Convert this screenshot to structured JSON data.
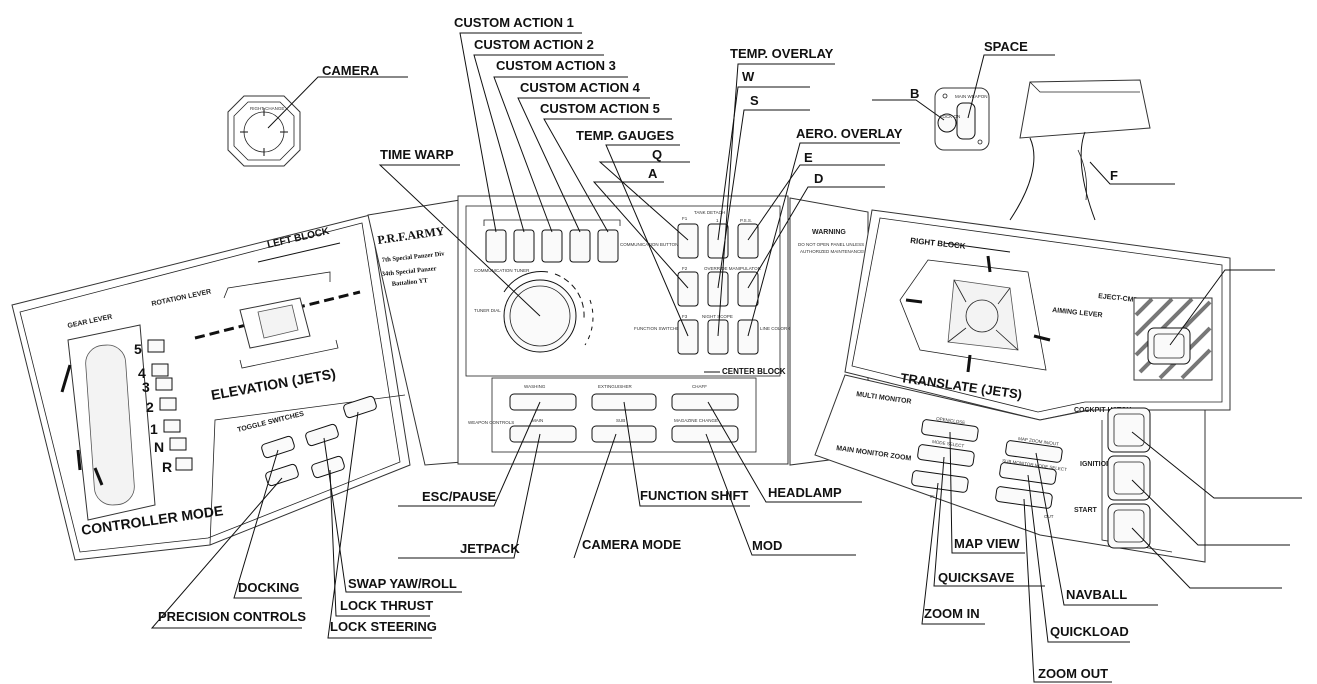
{
  "callouts": {
    "camera": "CAMERA",
    "custom_action_1": "CUSTOM ACTION 1",
    "custom_action_2": "CUSTOM ACTION 2",
    "custom_action_3": "CUSTOM ACTION 3",
    "custom_action_4": "CUSTOM ACTION 4",
    "custom_action_5": "CUSTOM ACTION 5",
    "temp_overlay": "TEMP. OVERLAY",
    "w": "W",
    "s": "S",
    "space": "SPACE",
    "b": "B",
    "f": "F",
    "time_warp": "TIME WARP",
    "temp_gauges": "TEMP. GAUGES",
    "q": "Q",
    "a": "A",
    "aero_overlay": "AERO. OVERLAY",
    "e": "E",
    "d": "D",
    "esc_pause": "ESC/PAUSE",
    "function_shift": "FUNCTION SHIFT",
    "headlamp": "HEADLAMP",
    "jetpack": "JETPACK",
    "camera_mode": "CAMERA MODE",
    "mod": "MOD",
    "docking": "DOCKING",
    "precision_controls": "PRECISION CONTROLS",
    "swap_yaw_roll": "SWAP YAW/ROLL",
    "lock_thrust": "LOCK THRUST",
    "lock_steering": "LOCK STEERING",
    "map_view": "MAP VIEW",
    "quicksave": "QUICKSAVE",
    "zoom_in": "ZOOM IN",
    "navball": "NAVBALL",
    "quickload": "QUICKLOAD",
    "zoom_out": "ZOOM OUT"
  },
  "panels": {
    "left_block": "LEFT BLOCK",
    "gear_lever": "GEAR LEVER",
    "rotation_lever": "ROTATION LEVER",
    "elevation_jets": "ELEVATION (JETS)",
    "controller_mode": "CONTROLLER MODE",
    "toggle_switches": "TOGGLE SWITCHES",
    "gears": [
      "5",
      "4",
      "3",
      "2",
      "1",
      "N",
      "R"
    ],
    "prf_army": "P.R.F.ARMY",
    "div_line_1": "7th Special Panzer Div",
    "div_line_2": "34th Special Panzer",
    "div_line_3": "Battalion YT",
    "center_block": "CENTER BLOCK",
    "communication_tuner": "COMMUNICATION TUNER",
    "communication_buttons": "COMMUNICATION BUTTONS",
    "tuner_dial": "TUNER DIAL",
    "tank_detach": "TANK DETACH",
    "function_switches": "FUNCTION SWITCHES",
    "f1": "F1",
    "f2": "F2",
    "f3": "F3",
    "one": "1",
    "pss": "P.S.S.",
    "override_manipulator": "OVERRIDE MANIPULATOR",
    "night_scope": "NIGHT SCOPE",
    "line_color_change": "LINE COLOR CHANGE",
    "washing": "WASHING",
    "extinguisher": "EXTINGUISHER",
    "chaff": "CHAFF",
    "weapon_controls": "WEAPON CONTROLS",
    "main": "MAIN",
    "sub": "SUB",
    "magazine_change": "MAGAZINE CHANGE",
    "warning": "WARNING",
    "warning_text_1": "DO NOT OPEN PANEL UNLESS",
    "warning_text_2": "AUTHORIZED MAINTENANCE!",
    "right_block": "RIGHT BLOCK",
    "aiming_lever": "AIMING LEVER",
    "eject_cmd": "EJECT-CMD",
    "translate_jets": "TRANSLATE (JETS)",
    "multi_monitor": "MULTI MONITOR",
    "open_close": "OPEN/CLOSE",
    "mode_select": "MODE SELECT",
    "map_zoom_in_out": "MAP ZOOM IN/OUT",
    "sub_monitor_mode_select": "SUB MONITOR MODE SELECT",
    "main_monitor_zoom": "MAIN MONITOR ZOOM",
    "out": "OUT",
    "in": "IN",
    "cockpit_hatch": "COCKPIT HATCH",
    "ignition": "IGNITION",
    "start": "START",
    "right_change": "RIGHT CHANGE",
    "lock_on": "LOCK ON",
    "main_weapon": "MAIN WEAPON"
  }
}
